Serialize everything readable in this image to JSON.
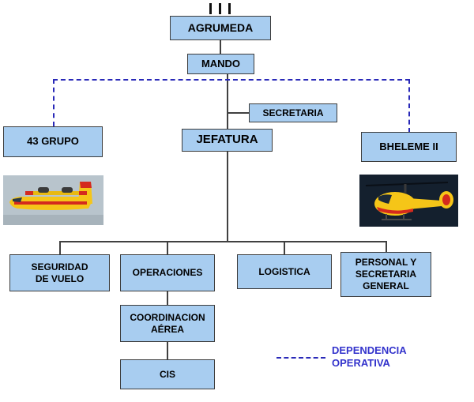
{
  "org": {
    "agrumeda": "AGRUMEDA",
    "mando": "MANDO",
    "secretaria": "SECRETARIA",
    "jefatura": "JEFATURA",
    "grupo43": "43 GRUPO",
    "bheleme2": "BHELEME II",
    "seguridad_vuelo": "SEGURIDAD\nDE VUELO",
    "operaciones": "OPERACIONES",
    "logistica": "LOGISTICA",
    "personal": "PERSONAL Y\nSECRETARIA\nGENERAL",
    "coordinacion_aerea": "COORDINACION\nAÉREA",
    "cis": "CIS"
  },
  "legend": {
    "label": "DEPENDENCIA\nOPERATIVA"
  },
  "colors": {
    "box_fill": "#A8CDF0",
    "box_border": "#3C3C3C",
    "connector": "#404040",
    "dashed_blue": "#2929B8",
    "legend_text": "#3333CC",
    "background": "#FFFFFF"
  }
}
